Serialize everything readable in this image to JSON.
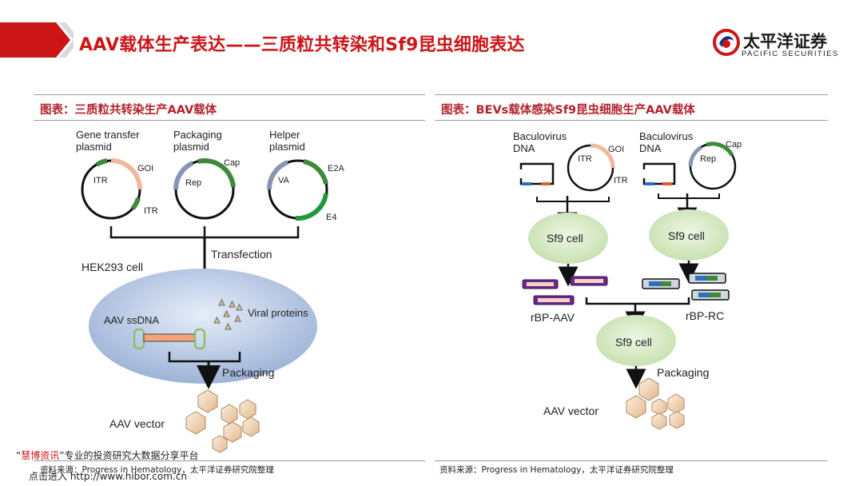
{
  "header": {
    "title": "AAV载体生产表达——三质粒共转染和Sf9昆虫细胞表达",
    "brand_name_cn": "太平洋证券",
    "brand_name_en": "PACIFIC SECURITIES",
    "accent_color": "#cc1517"
  },
  "left_panel": {
    "title": "图表：三质粒共转染生产AAV载体",
    "source": "资料来源：Progress in Hematology，太平洋证券研究院整理",
    "plasmids": [
      {
        "name": "Gene transfer\nplasmid",
        "labels": [
          "GOI",
          "ITR",
          "ITR"
        ]
      },
      {
        "name": "Packaging\nplasmid",
        "labels": [
          "Cap",
          "Rep"
        ]
      },
      {
        "name": "Helper\nplasmid",
        "labels": [
          "E2A",
          "VA",
          "E4"
        ]
      }
    ],
    "transfection_label": "Transfection",
    "cell_label": "HEK293 cell",
    "ssdna_label": "AAV ssDNA",
    "viral_proteins_label": "Viral proteins",
    "packaging_label": "Packaging",
    "vector_label": "AAV vector"
  },
  "right_panel": {
    "title": "图表：BEVs载体感染Sf9昆虫细胞生产AAV载体",
    "source": "资料来源：Progress in Hematology，太平洋证券研究院整理",
    "left_baculo": {
      "label": "Baculovirus\nDNA",
      "plasmid_labels": [
        "ITR",
        "GOI",
        "ITR"
      ]
    },
    "right_baculo": {
      "label": "Baculovirus\nDNA",
      "plasmid_labels": [
        "Rep",
        "Cap"
      ]
    },
    "cell_label": "Sf9 cell",
    "rbp_aav_label": "rBP-AAV",
    "rbp_rc_label": "rBP-RC",
    "packaging_label": "Packaging",
    "vector_label": "AAV vector"
  },
  "watermark": {
    "quote_open": "“",
    "brand": "慧博资讯",
    "rest": "”专业的投资研究大数据分享平台",
    "line2": "点击进入 http://www.hibor.com.cn"
  }
}
